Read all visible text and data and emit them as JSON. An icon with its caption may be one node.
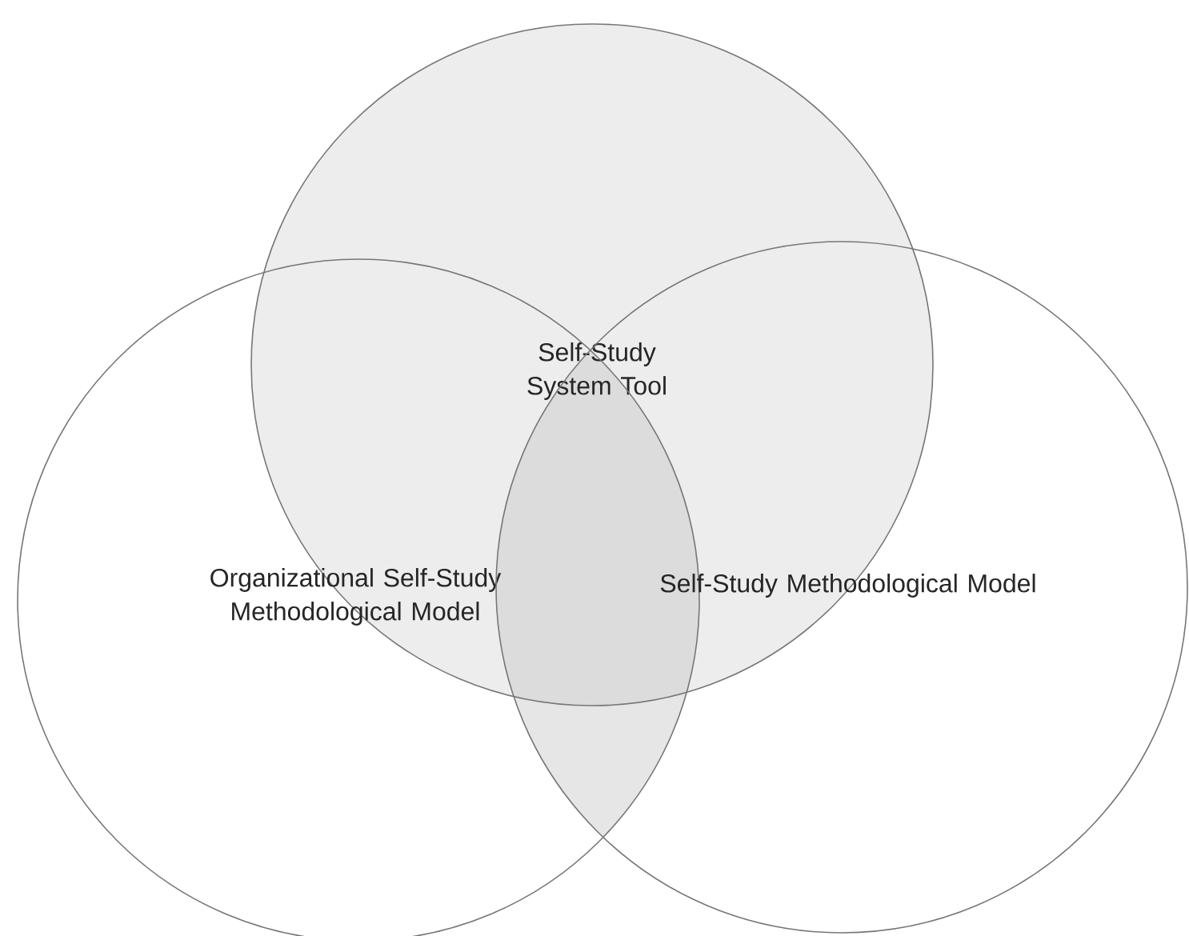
{
  "diagram": {
    "nodes": [
      {
        "text": [
          "Self-Study System Tool"
        ]
      },
      {
        "text": [
          "Organizational Self-Study Methodological Model"
        ]
      },
      {
        "text": [
          "Self-Study Methodological Model"
        ]
      }
    ]
  }
}
